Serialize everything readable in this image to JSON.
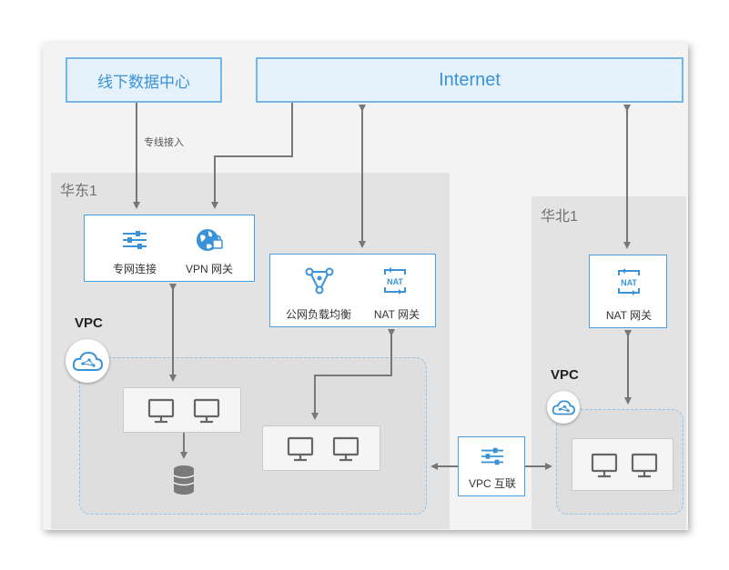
{
  "top": {
    "datacenter_label": "线下数据中心",
    "internet_label": "Internet"
  },
  "connections": {
    "dedicated_line_label": "专线接入"
  },
  "regions": {
    "east_label": "华东1",
    "north_label": "华北1"
  },
  "services": {
    "direct_connect_label": "专网连接",
    "vpn_gateway_label": "VPN 网关",
    "slb_label": "公网负载均衡",
    "nat_gateway_label": "NAT 网关",
    "north_nat_gateway_label": "NAT 网关",
    "vpc_peering_label": "VPC 互联"
  },
  "vpcs": {
    "east_vpc_label": "VPC",
    "north_vpc_label": "VPC"
  },
  "icons": [
    "sliders-icon",
    "globe-lock-icon",
    "load-balancer-icon",
    "nat-icon",
    "cloud-icon",
    "monitor-icon",
    "database-icon"
  ],
  "colors": {
    "accent": "#3a93d8",
    "border_blue": "#4a9fe0",
    "arrow": "#777777",
    "region_bg": "#e3e3e3"
  }
}
